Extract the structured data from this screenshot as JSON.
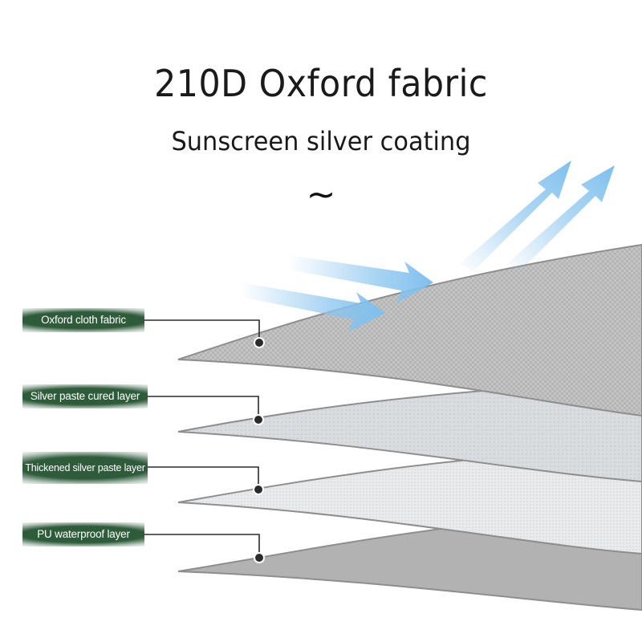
{
  "header": {
    "title": "210D Oxford fabric",
    "subtitle": "Sunscreen silver coating",
    "tilde": "~"
  },
  "layers": [
    {
      "label": "Oxford cloth fabric"
    },
    {
      "label": "Silver paste cured layer"
    },
    {
      "label": "Thickened silver paste layer"
    },
    {
      "label": "PU waterproof layer"
    }
  ],
  "colors": {
    "label_bg": "#2e5b3a",
    "arrow": "#8cc6ef",
    "leader": "#2b2b2b",
    "layer_oxford": "#c6c6c6",
    "layer_cured": "#d8dbde",
    "layer_thick": "#e7e9eb",
    "layer_pu": "#b2b2b2"
  },
  "icons": [
    "arrow-right-icon",
    "arrow-up-right-icon",
    "pointer-dot-icon"
  ]
}
